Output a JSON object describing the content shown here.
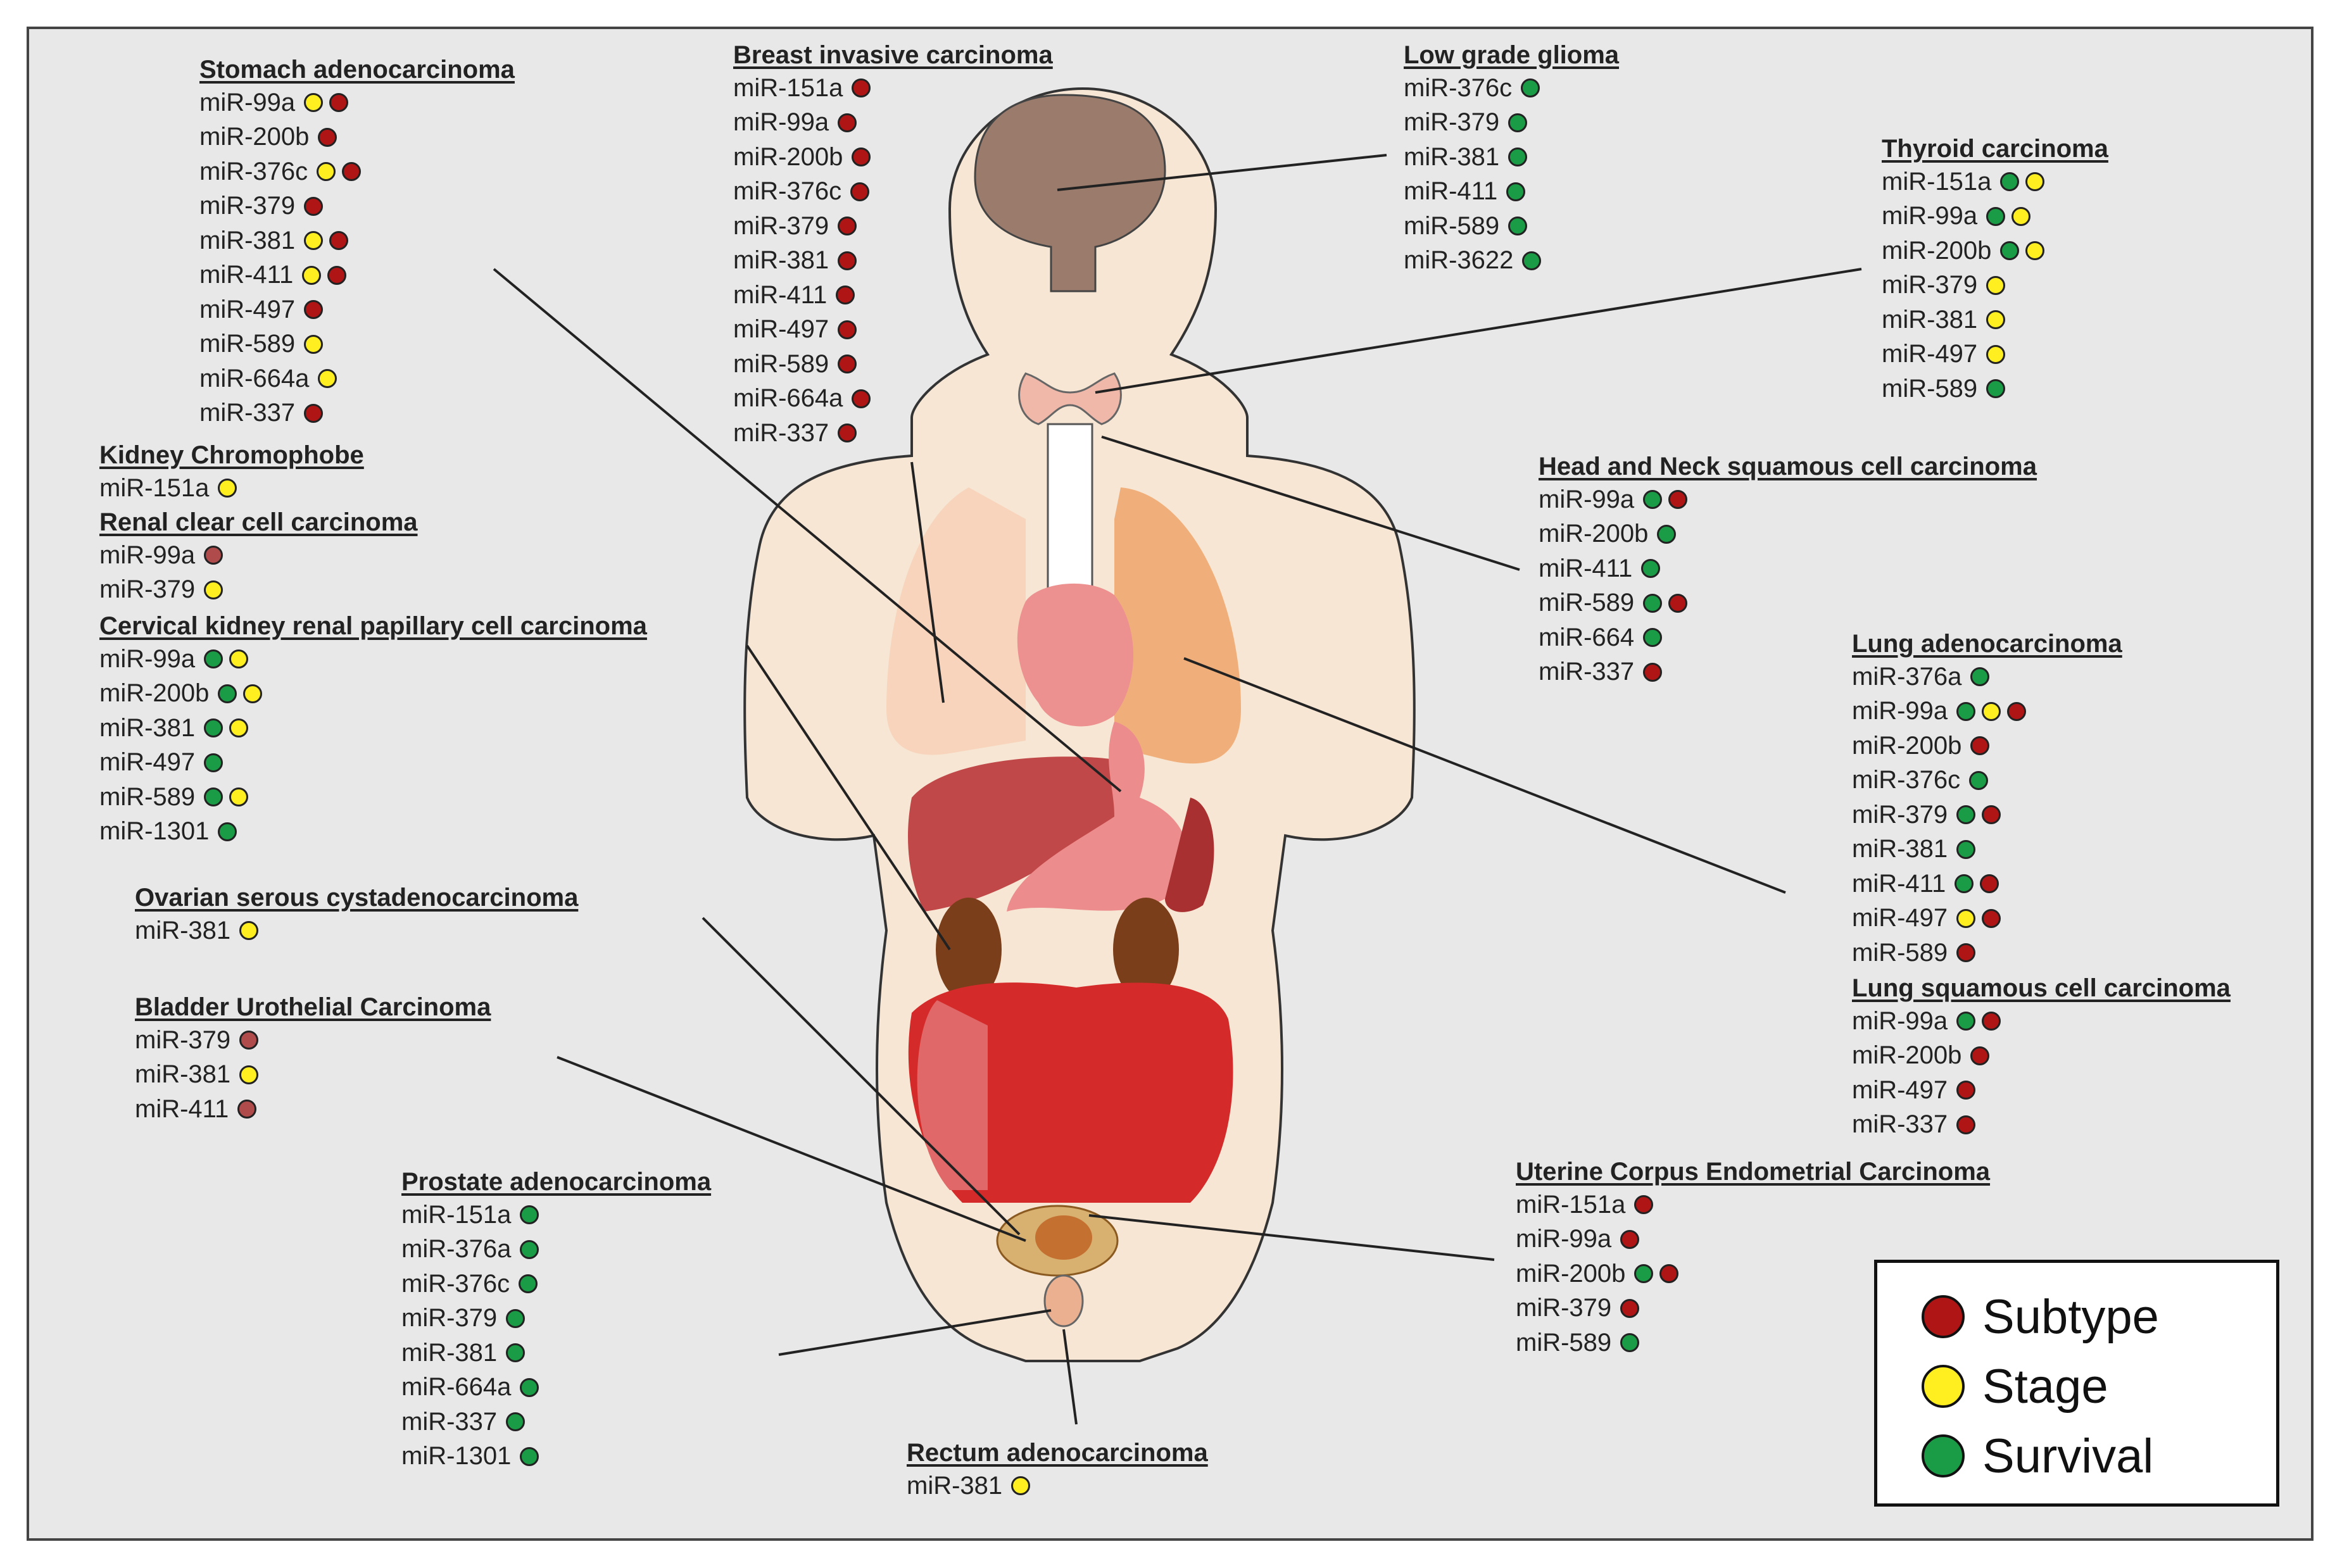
{
  "colors": {
    "subtype": "#b01515",
    "stage": "#ffef20",
    "survival": "#1a9b46",
    "muted_subtype": "#b04b4b",
    "background": "#e8e8e8"
  },
  "legend": [
    {
      "label": "Subtype",
      "key": "subtype"
    },
    {
      "label": "Stage",
      "key": "stage"
    },
    {
      "label": "Survival",
      "key": "survival"
    }
  ],
  "groups": [
    {
      "title": "Stomach adenocarcinoma",
      "rows": [
        {
          "mir": "miR-99a",
          "dots": [
            "stage",
            "subtype"
          ]
        },
        {
          "mir": "miR-200b",
          "dots": [
            "subtype"
          ]
        },
        {
          "mir": "miR-376c",
          "dots": [
            "stage",
            "subtype"
          ]
        },
        {
          "mir": "miR-379",
          "dots": [
            "subtype"
          ]
        },
        {
          "mir": "miR-381",
          "dots": [
            "stage",
            "subtype"
          ]
        },
        {
          "mir": "miR-411",
          "dots": [
            "stage",
            "subtype"
          ]
        },
        {
          "mir": "miR-497",
          "dots": [
            "subtype"
          ]
        },
        {
          "mir": "miR-589",
          "dots": [
            "stage"
          ]
        },
        {
          "mir": "miR-664a",
          "dots": [
            "stage"
          ]
        },
        {
          "mir": "miR-337",
          "dots": [
            "subtype"
          ]
        }
      ]
    },
    {
      "title": "Kidney Chromophobe",
      "rows": [
        {
          "mir": "miR-151a",
          "dots": [
            "stage"
          ]
        }
      ]
    },
    {
      "title": "Renal clear cell carcinoma",
      "rows": [
        {
          "mir": "miR-99a",
          "dots": [
            "muted_subtype"
          ]
        },
        {
          "mir": "miR-379",
          "dots": [
            "stage"
          ]
        }
      ]
    },
    {
      "title": "Cervical kidney renal papillary  cell carcinoma",
      "rows": [
        {
          "mir": "miR-99a",
          "dots": [
            "survival",
            "stage"
          ]
        },
        {
          "mir": "miR-200b",
          "dots": [
            "survival",
            "stage"
          ]
        },
        {
          "mir": "miR-381",
          "dots": [
            "survival",
            "stage"
          ]
        },
        {
          "mir": "miR-497",
          "dots": [
            "survival"
          ]
        },
        {
          "mir": "miR-589",
          "dots": [
            "survival",
            "stage"
          ]
        },
        {
          "mir": "miR-1301",
          "dots": [
            "survival"
          ]
        }
      ]
    },
    {
      "title": "Ovarian serous cystadenocarcinoma",
      "rows": [
        {
          "mir": "miR-381",
          "dots": [
            "stage"
          ]
        }
      ]
    },
    {
      "title": "Bladder Urothelial  Carcinoma",
      "rows": [
        {
          "mir": "miR-379",
          "dots": [
            "muted_subtype"
          ]
        },
        {
          "mir": "miR-381",
          "dots": [
            "stage"
          ]
        },
        {
          "mir": "miR-411",
          "dots": [
            "muted_subtype"
          ]
        }
      ]
    },
    {
      "title": "Prostate adenocarcinoma",
      "rows": [
        {
          "mir": "miR-151a",
          "dots": [
            "survival"
          ]
        },
        {
          "mir": "miR-376a",
          "dots": [
            "survival"
          ]
        },
        {
          "mir": "miR-376c",
          "dots": [
            "survival"
          ]
        },
        {
          "mir": "miR-379",
          "dots": [
            "survival"
          ]
        },
        {
          "mir": "miR-381",
          "dots": [
            "survival"
          ]
        },
        {
          "mir": "miR-664a",
          "dots": [
            "survival"
          ]
        },
        {
          "mir": "miR-337",
          "dots": [
            "survival"
          ]
        },
        {
          "mir": "miR-1301",
          "dots": [
            "survival"
          ]
        }
      ]
    },
    {
      "title": "Breast invasive carcinoma",
      "rows": [
        {
          "mir": "miR-151a",
          "dots": [
            "subtype"
          ]
        },
        {
          "mir": "miR-99a",
          "dots": [
            "subtype"
          ]
        },
        {
          "mir": "miR-200b",
          "dots": [
            "subtype"
          ]
        },
        {
          "mir": "miR-376c",
          "dots": [
            "subtype"
          ]
        },
        {
          "mir": "miR-379",
          "dots": [
            "subtype"
          ]
        },
        {
          "mir": "miR-381",
          "dots": [
            "subtype"
          ]
        },
        {
          "mir": "miR-411",
          "dots": [
            "subtype"
          ]
        },
        {
          "mir": "miR-497",
          "dots": [
            "subtype"
          ]
        },
        {
          "mir": "miR-589",
          "dots": [
            "subtype"
          ]
        },
        {
          "mir": "miR-664a",
          "dots": [
            "subtype"
          ]
        },
        {
          "mir": "miR-337",
          "dots": [
            "subtype"
          ]
        }
      ]
    },
    {
      "title": "Rectum adenocarcinoma",
      "rows": [
        {
          "mir": "miR-381",
          "dots": [
            "stage"
          ]
        }
      ]
    },
    {
      "title": "Low grade glioma",
      "rows": [
        {
          "mir": "miR-376c",
          "dots": [
            "survival"
          ]
        },
        {
          "mir": "miR-379",
          "dots": [
            "survival"
          ]
        },
        {
          "mir": "miR-381",
          "dots": [
            "survival"
          ]
        },
        {
          "mir": "miR-411",
          "dots": [
            "survival"
          ]
        },
        {
          "mir": "miR-589",
          "dots": [
            "survival"
          ]
        },
        {
          "mir": "miR-3622",
          "dots": [
            "survival"
          ]
        }
      ]
    },
    {
      "title": "Thyroid carcinoma",
      "rows": [
        {
          "mir": "miR-151a",
          "dots": [
            "survival",
            "stage"
          ]
        },
        {
          "mir": "miR-99a",
          "dots": [
            "survival",
            "stage"
          ]
        },
        {
          "mir": "miR-200b",
          "dots": [
            "survival",
            "stage"
          ]
        },
        {
          "mir": "miR-379",
          "dots": [
            "stage"
          ]
        },
        {
          "mir": "miR-381",
          "dots": [
            "stage"
          ]
        },
        {
          "mir": "miR-497",
          "dots": [
            "stage"
          ]
        },
        {
          "mir": "miR-589",
          "dots": [
            "survival"
          ]
        }
      ]
    },
    {
      "title": "Head and Neck squamous cell carcinoma",
      "rows": [
        {
          "mir": "miR-99a",
          "dots": [
            "survival",
            "subtype"
          ]
        },
        {
          "mir": "miR-200b",
          "dots": [
            "survival"
          ]
        },
        {
          "mir": "miR-411",
          "dots": [
            "survival"
          ]
        },
        {
          "mir": "miR-589",
          "dots": [
            "survival",
            "subtype"
          ]
        },
        {
          "mir": "miR-664",
          "dots": [
            "survival"
          ]
        },
        {
          "mir": "miR-337",
          "dots": [
            "subtype"
          ]
        }
      ]
    },
    {
      "title": "Lung adenocarcinoma",
      "rows": [
        {
          "mir": "miR-376a",
          "dots": [
            "survival"
          ]
        },
        {
          "mir": "miR-99a",
          "dots": [
            "survival",
            "stage",
            "subtype"
          ]
        },
        {
          "mir": "miR-200b",
          "dots": [
            "subtype"
          ]
        },
        {
          "mir": "miR-376c",
          "dots": [
            "survival"
          ]
        },
        {
          "mir": "miR-379",
          "dots": [
            "survival",
            "subtype"
          ]
        },
        {
          "mir": "miR-381",
          "dots": [
            "survival"
          ]
        },
        {
          "mir": "miR-411",
          "dots": [
            "survival",
            "subtype"
          ]
        },
        {
          "mir": "miR-497",
          "dots": [
            "stage",
            "subtype"
          ]
        },
        {
          "mir": "miR-589",
          "dots": [
            "subtype"
          ]
        }
      ]
    },
    {
      "title": "Lung squamous cell carcinoma",
      "rows": [
        {
          "mir": "miR-99a",
          "dots": [
            "survival",
            "subtype"
          ]
        },
        {
          "mir": "miR-200b",
          "dots": [
            "subtype"
          ]
        },
        {
          "mir": "miR-497",
          "dots": [
            "subtype"
          ]
        },
        {
          "mir": "miR-337",
          "dots": [
            "subtype"
          ]
        }
      ]
    },
    {
      "title": "Uterine Corpus Endometrial Carcinoma",
      "rows": [
        {
          "mir": "miR-151a",
          "dots": [
            "subtype"
          ]
        },
        {
          "mir": "miR-99a",
          "dots": [
            "subtype"
          ]
        },
        {
          "mir": "miR-200b",
          "dots": [
            "survival",
            "subtype"
          ]
        },
        {
          "mir": "miR-379",
          "dots": [
            "subtype"
          ]
        },
        {
          "mir": "miR-589",
          "dots": [
            "survival"
          ]
        }
      ]
    }
  ]
}
